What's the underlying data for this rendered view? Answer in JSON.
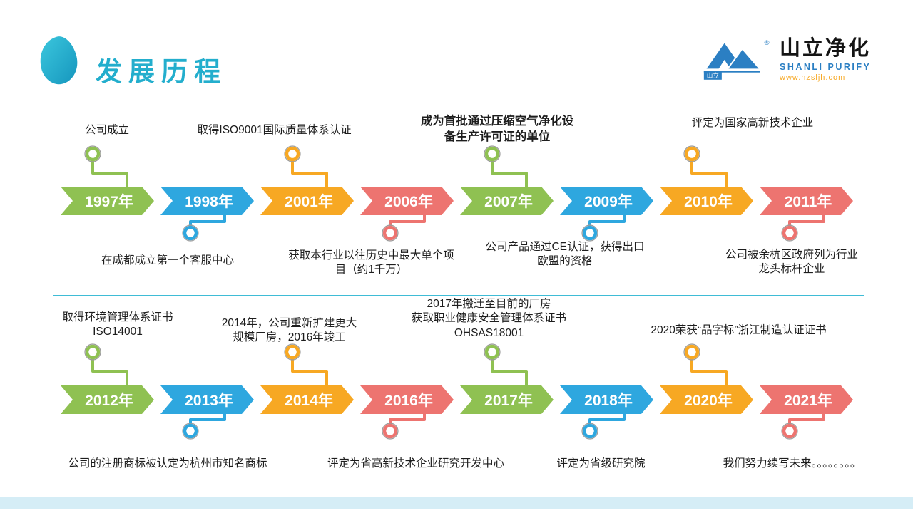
{
  "header": {
    "title": "发展历程",
    "logo": {
      "name_cn": "山立净化",
      "name_en": "SHANLI PURIFY",
      "website": "www.hzsljh.com",
      "chip": "山立",
      "registered": "®"
    }
  },
  "palette": {
    "green": "#8FC152",
    "blue": "#2EA7DF",
    "orange": "#F7A823",
    "salmon": "#ED7470",
    "accent": "#23AECD",
    "divider": "#3FBCD6",
    "footer_bar": "#D5EDF6",
    "logo_blue": "#2B7FC3"
  },
  "timeline": {
    "rows": [
      {
        "items": [
          {
            "year": "1997年",
            "color": "green",
            "note_side": "above",
            "note": "公司成立"
          },
          {
            "year": "1998年",
            "color": "blue",
            "note_side": "below",
            "note": "在成都成立第一个客服中心"
          },
          {
            "year": "2001年",
            "color": "orange",
            "note_side": "above",
            "note": "取得ISO9001国际质量体系认证"
          },
          {
            "year": "2006年",
            "color": "salmon",
            "note_side": "below",
            "note": [
              "获取本行业以往历史中最大单个项",
              "目（约1千万）"
            ]
          },
          {
            "year": "2007年",
            "color": "green",
            "note_side": "above",
            "emphasis": true,
            "note": [
              "成为首批通过压缩空气净化设",
              "备生产许可证的单位"
            ]
          },
          {
            "year": "2009年",
            "color": "blue",
            "note_side": "below",
            "note": [
              "公司产品通过CE认证，获得出口",
              "欧盟的资格"
            ]
          },
          {
            "year": "2010年",
            "color": "orange",
            "note_side": "above",
            "note": "评定为国家高新技术企业"
          },
          {
            "year": "2011年",
            "color": "salmon",
            "note_side": "below",
            "note": [
              "公司被余杭区政府列为行业",
              "龙头标杆企业"
            ]
          }
        ]
      },
      {
        "items": [
          {
            "year": "2012年",
            "color": "green",
            "note_side": "above",
            "note": [
              "取得环境管理体系证书",
              "ISO14001"
            ]
          },
          {
            "year": "2013年",
            "color": "blue",
            "note_side": "below",
            "note": "公司的注册商标被认定为杭州市知名商标"
          },
          {
            "year": "2014年",
            "color": "orange",
            "note_side": "above",
            "note": [
              "2014年，公司重新扩建更大",
              "规模厂房，2016年竣工"
            ]
          },
          {
            "year": "2016年",
            "color": "salmon",
            "note_side": "below",
            "note": "评定为省高新技术企业研究开发中心"
          },
          {
            "year": "2017年",
            "color": "green",
            "note_side": "above",
            "note": [
              "2017年搬迁至目前的厂房",
              "获取职业健康安全管理体系证书",
              "OHSAS18001"
            ]
          },
          {
            "year": "2018年",
            "color": "blue",
            "note_side": "below",
            "note": "评定为省级研究院"
          },
          {
            "year": "2020年",
            "color": "orange",
            "note_side": "above",
            "note": "2020荣获“品字标”浙江制造认证证书"
          },
          {
            "year": "2021年",
            "color": "salmon",
            "note_side": "below",
            "note": "我们努力续写未来。。。。。。。。"
          }
        ]
      }
    ]
  }
}
